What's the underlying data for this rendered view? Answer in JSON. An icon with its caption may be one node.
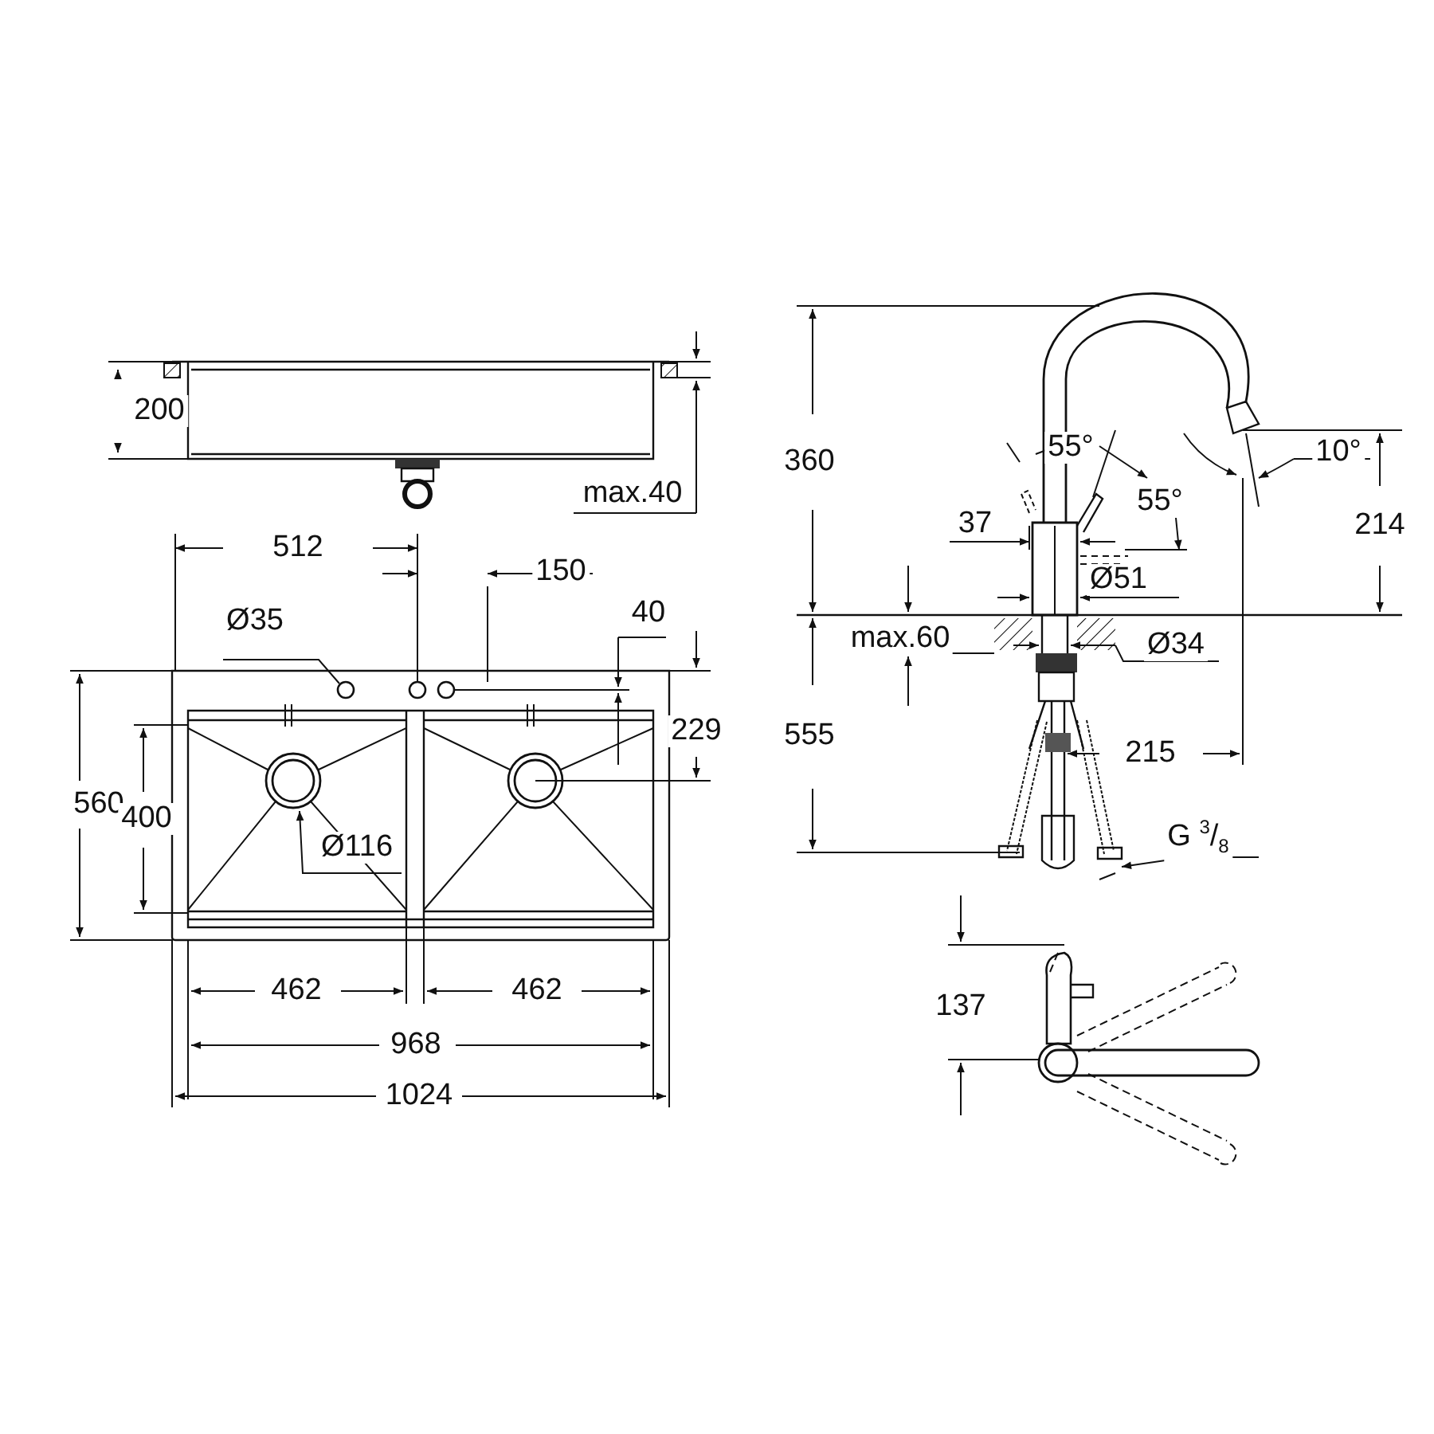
{
  "diagram": {
    "labels": [
      "200",
      "max.40",
      "512",
      "150",
      "Ø35",
      "40",
      "229",
      "560",
      "400",
      "Ø116",
      "462",
      "462",
      "968",
      "1024",
      "360",
      "55°",
      "55°",
      "10°",
      "37",
      "Ø51",
      "214",
      "max.60",
      "Ø34",
      "555",
      "215",
      "G $^{3}$/$_{8}$",
      "137"
    ]
  }
}
